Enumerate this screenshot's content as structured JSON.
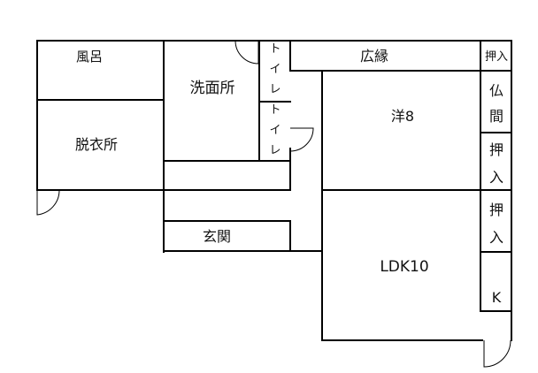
{
  "floor_plan": {
    "line_color": "#000000",
    "background_color": "#ffffff",
    "rooms": {
      "furo": "風呂",
      "datsuijo": "脱衣所",
      "senmenjo": "洗面所",
      "toilet_1": [
        "ト",
        "イ",
        "レ"
      ],
      "toilet_2": [
        "ト",
        "イ",
        "レ"
      ],
      "hiroen": "広縁",
      "oshiire_top": "押入",
      "butsuma": [
        "仏",
        "間"
      ],
      "you8": "洋8",
      "oshiire_mid": [
        "押",
        "入"
      ],
      "oshiire_low": [
        "押",
        "入"
      ],
      "genkan": "玄関",
      "ldk10": "LDK10",
      "kitchen": "K"
    }
  }
}
